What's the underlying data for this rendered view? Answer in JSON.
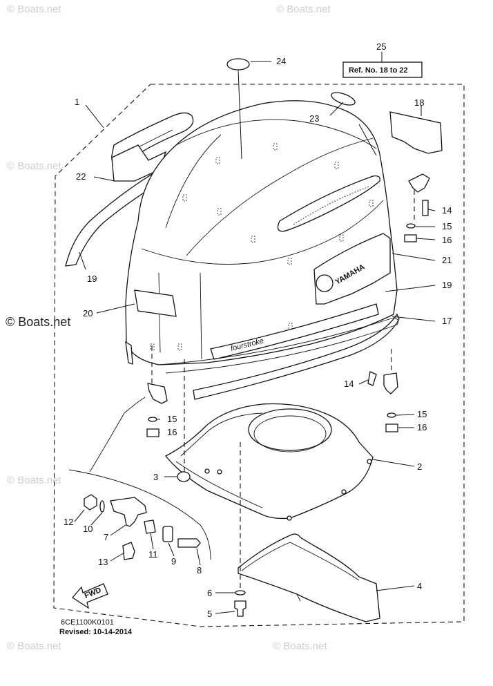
{
  "watermark": "© Boats.net",
  "reference_box": "Ref. No. 18 to 22",
  "brand_logo": "YAMAHA",
  "decal_text": "fourstroke",
  "fwd_label": "FWD",
  "diagram_code": "6CE1100K0101",
  "revised_text": "Revised: 10-14-2014",
  "callouts": [
    "1",
    "2",
    "3",
    "4",
    "5",
    "6",
    "7",
    "8",
    "9",
    "10",
    "11",
    "12",
    "13",
    "14",
    "14",
    "15",
    "15",
    "15",
    "16",
    "16",
    "16",
    "17",
    "18",
    "19",
    "19",
    "20",
    "21",
    "22",
    "23",
    "24",
    "25"
  ]
}
